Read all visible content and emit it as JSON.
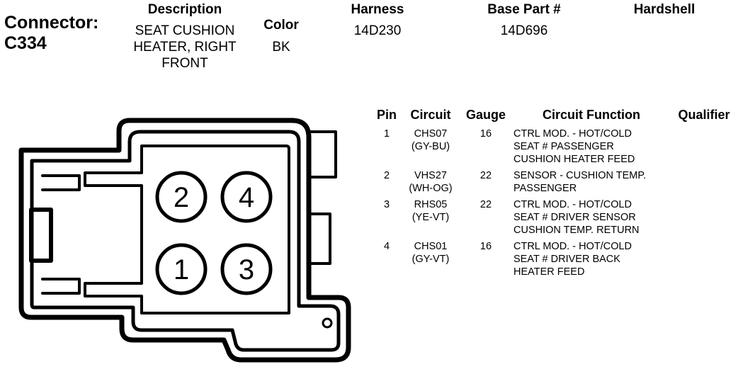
{
  "connector": {
    "label": "Connector:",
    "id": "C334"
  },
  "header": {
    "description_label": "Description",
    "description_value": "SEAT CUSHION\nHEATER, RIGHT\nFRONT",
    "color_label": "Color",
    "color_value": "BK",
    "harness_label": "Harness",
    "harness_value": "14D230",
    "base_part_label": "Base Part #",
    "base_part_value": "14D696",
    "hardshell_label": "Hardshell"
  },
  "table": {
    "headers": {
      "pin": "Pin",
      "circuit": "Circuit",
      "gauge": "Gauge",
      "function": "Circuit Function",
      "qualifier": "Qualifier"
    },
    "rows": [
      {
        "pin": "1",
        "circuit": "CHS07\n(GY-BU)",
        "gauge": "16",
        "function": "CTRL MOD. - HOT/COLD\nSEAT # PASSENGER\nCUSHION HEATER FEED"
      },
      {
        "pin": "2",
        "circuit": "VHS27\n(WH-OG)",
        "gauge": "22",
        "function": "SENSOR - CUSHION TEMP.\nPASSENGER"
      },
      {
        "pin": "3",
        "circuit": "RHS05\n(YE-VT)",
        "gauge": "22",
        "function": "CTRL MOD. - HOT/COLD\nSEAT # DRIVER SENSOR\nCUSHION TEMP. RETURN"
      },
      {
        "pin": "4",
        "circuit": "CHS01\n(GY-VT)",
        "gauge": "16",
        "function": "CTRL MOD. - HOT/COLD\nSEAT # DRIVER BACK\nHEATER FEED"
      }
    ]
  },
  "diagram": {
    "pins": [
      "2",
      "4",
      "1",
      "3"
    ]
  }
}
